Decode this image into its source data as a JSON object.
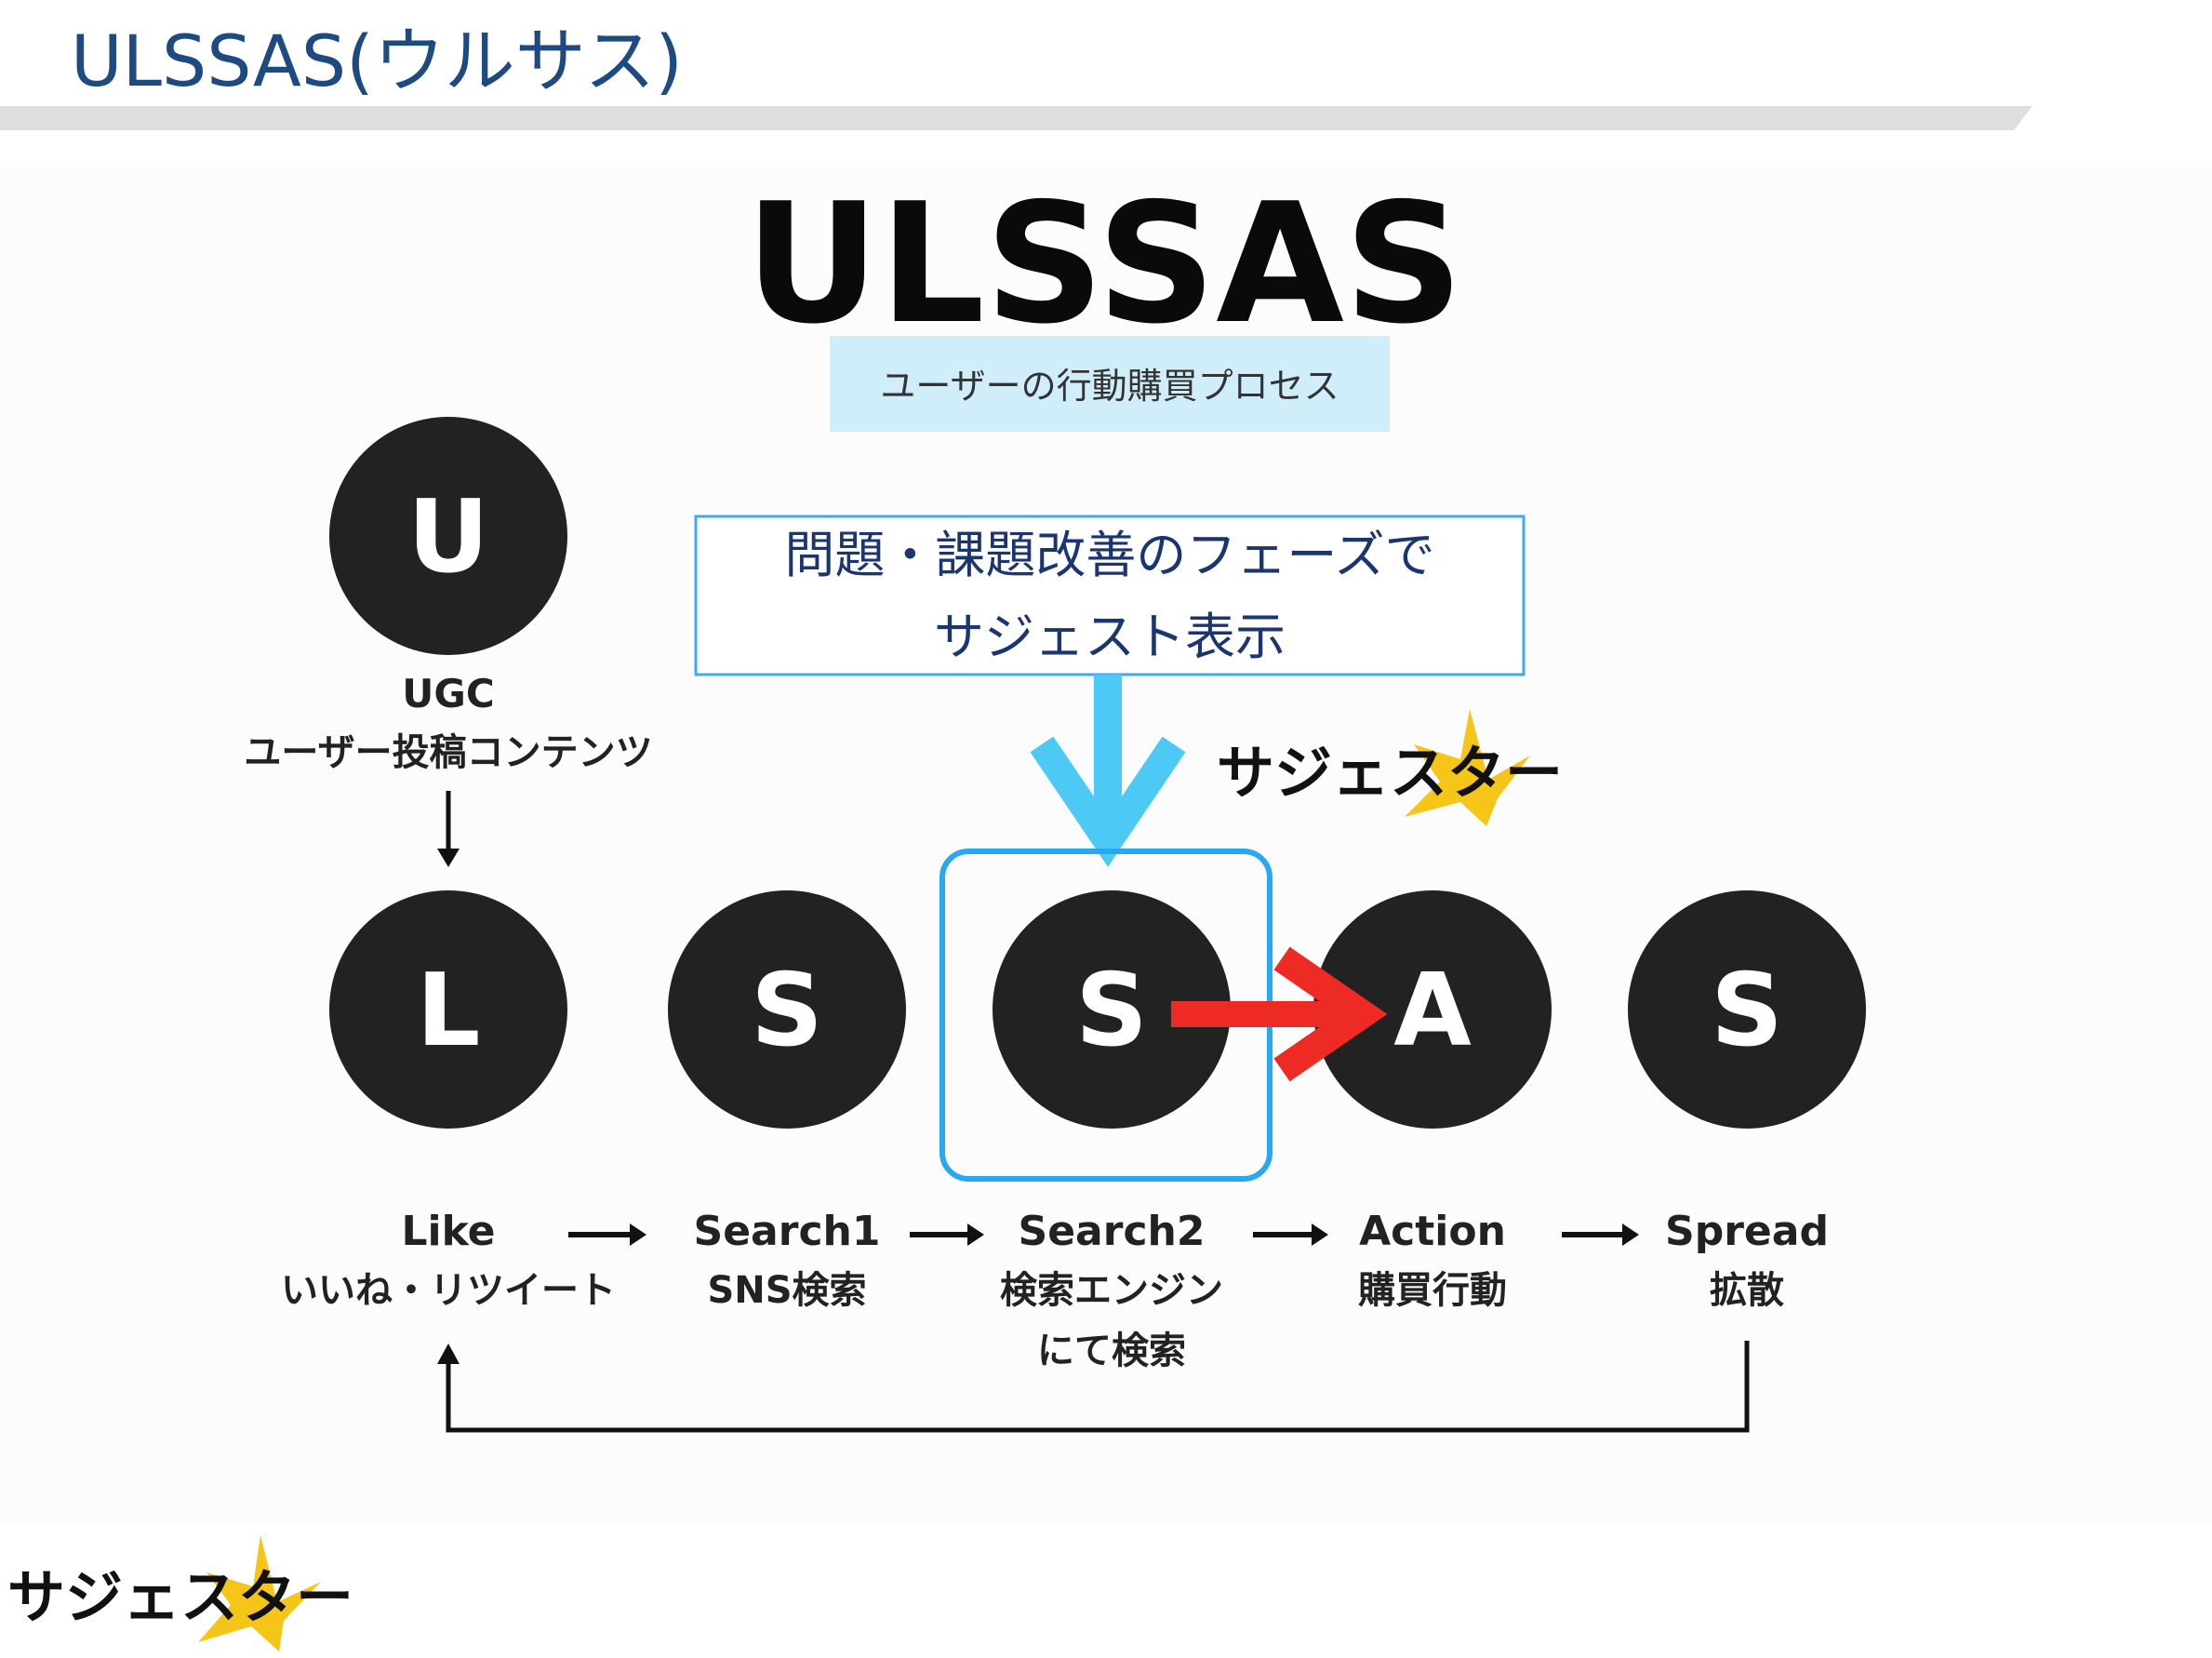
{
  "slide": {
    "title": "ULSSAS(ウルサス)"
  },
  "diagram": {
    "heading": "ULSSAS",
    "subtitle": "ユーザーの行動購買プロセス",
    "callout": {
      "line1": "問題・課題改善のフェーズで",
      "line2": "サジェスト表示"
    },
    "ugc": {
      "letter": "U",
      "label1": "UGC",
      "label2": "ユーザー投稿コンテンツ"
    },
    "steps": [
      {
        "letter": "L",
        "label1": "Like",
        "label2": "いいね・リツイート",
        "label3": ""
      },
      {
        "letter": "S",
        "label1": "Search1",
        "label2": "SNS検索",
        "label3": ""
      },
      {
        "letter": "S",
        "label1": "Search2",
        "label2": "検索エンジン",
        "label3": "にて検索"
      },
      {
        "letter": "A",
        "label1": "Action",
        "label2": "購買行動",
        "label3": ""
      },
      {
        "letter": "S",
        "label1": "Spread",
        "label2": "拡散",
        "label3": ""
      }
    ],
    "logo_text": "サジェスター"
  },
  "footer": {
    "logo_text": "サジェスター"
  },
  "colors": {
    "title": "#1d4a80",
    "circle": "#222222",
    "subtitle_bg": "#d0eefa",
    "callout_border": "#3fa9f5",
    "callout_text": "#1a3570",
    "blue_arrow": "#4cc9f5",
    "highlight": "#28a8f0",
    "red_arrow": "#ee2a24",
    "star": "#f5c518"
  }
}
